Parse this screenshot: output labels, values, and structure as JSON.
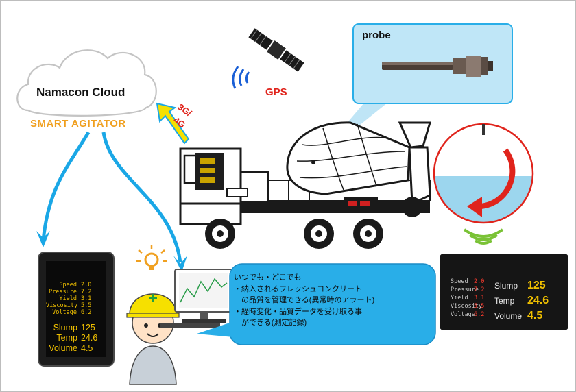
{
  "cloud": {
    "title": "Namacon Cloud",
    "subtitle": "SMART AGITATOR"
  },
  "network": {
    "label_3g": "3G/",
    "label_4g": "4G"
  },
  "gps": {
    "label": "GPS"
  },
  "probe": {
    "label": "probe"
  },
  "tablet": {
    "rows": [
      {
        "key": "Speed",
        "value": "2.0"
      },
      {
        "key": "Pressure",
        "value": "7.2"
      },
      {
        "key": "Yield",
        "value": "3.1"
      },
      {
        "key": "Viscosity",
        "value": "5.5"
      },
      {
        "key": "Voltage",
        "value": "6.2"
      }
    ],
    "big_rows": [
      {
        "key": "Slump",
        "value": "125"
      },
      {
        "key": "Temp",
        "value": "24.6"
      },
      {
        "key": "Volume",
        "value": "4.5"
      }
    ]
  },
  "bubble": {
    "lines": [
      "いつでも・どこでも",
      "・納入されるフレッシュコンクリート",
      "　の品質を管理できる(異常時のアラート)",
      "・経時変化・品質データを受け取る事",
      "　ができる(測定記録)"
    ]
  },
  "device": {
    "rows": [
      {
        "key": "Speed",
        "value": "2.0"
      },
      {
        "key": "Pressure",
        "value": "7.2"
      },
      {
        "key": "Yield",
        "value": "3.1"
      },
      {
        "key": "Viscosity",
        "value": "5.5"
      },
      {
        "key": "Voltage",
        "value": "6.2"
      }
    ],
    "big_rows": [
      {
        "key": "Slump",
        "value": "125"
      },
      {
        "key": "Temp",
        "value": "24.6"
      },
      {
        "key": "Volume",
        "value": "4.5"
      }
    ]
  },
  "colors": {
    "arrow_blue": "#1aa7e6",
    "bubble_blue": "#29aee8",
    "accent_orange": "#f0a020",
    "alert_red": "#e0241c",
    "display_yellow": "#f0c000"
  }
}
